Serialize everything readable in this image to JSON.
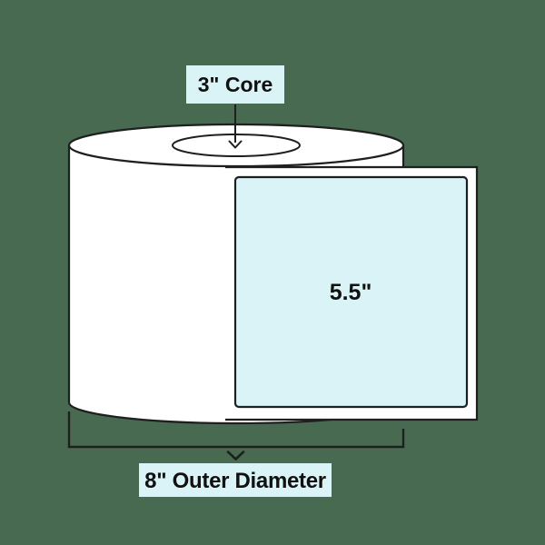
{
  "colors": {
    "background": "#486A50",
    "surface": "#FFFFFF",
    "highlight": "#D9F3F6",
    "line": "#1F1F1F",
    "text": "#111111"
  },
  "callouts": {
    "core": {
      "label": "3\" Core"
    },
    "label_size": {
      "label": "5.5\""
    },
    "outer_diameter": {
      "label": "8\" Outer Diameter"
    }
  }
}
